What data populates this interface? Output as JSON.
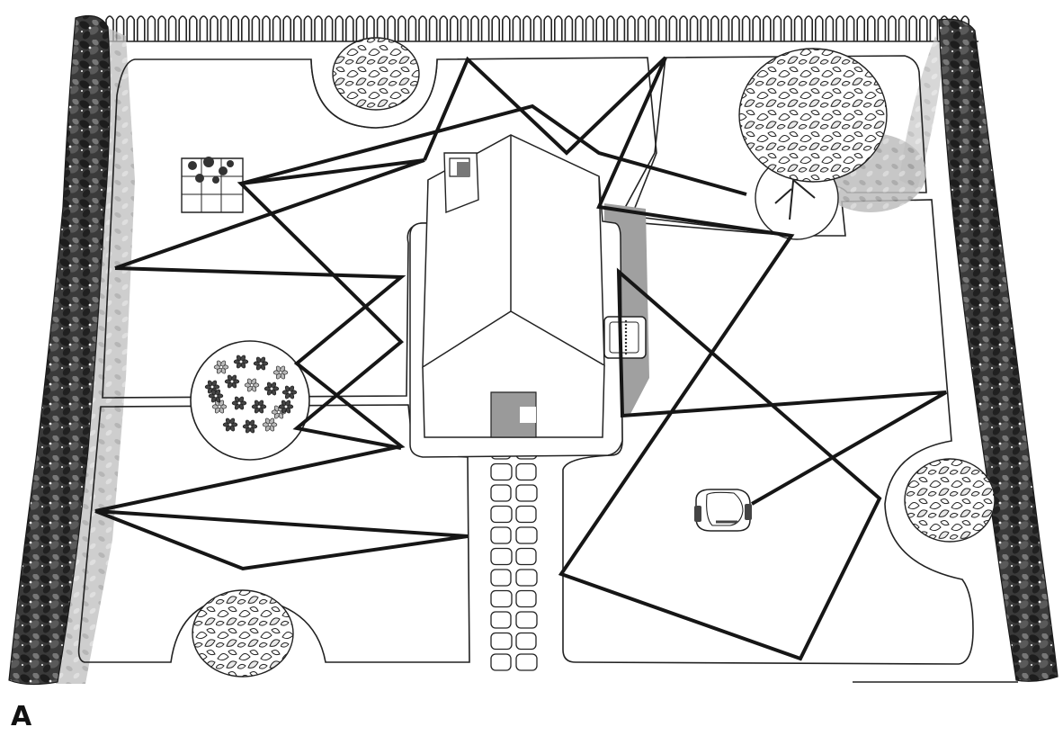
{
  "figure": {
    "label": "A"
  },
  "colors": {
    "ink": "#111111",
    "line": "#222222",
    "path": "#161616",
    "hedge_dark": "#2d2d2d",
    "hedge_light": "#7a7a7a",
    "shadow": "#a9a9a9",
    "paper": "#ffffff"
  },
  "scene": {
    "description_items": [
      "picket-fence",
      "left-hedge",
      "right-hedge",
      "house",
      "chimney",
      "garden-path",
      "lawn-zones",
      "bushes",
      "tree",
      "flower-bed",
      "planter-box",
      "charging-station",
      "robotic-mower",
      "mowing-path"
    ]
  }
}
